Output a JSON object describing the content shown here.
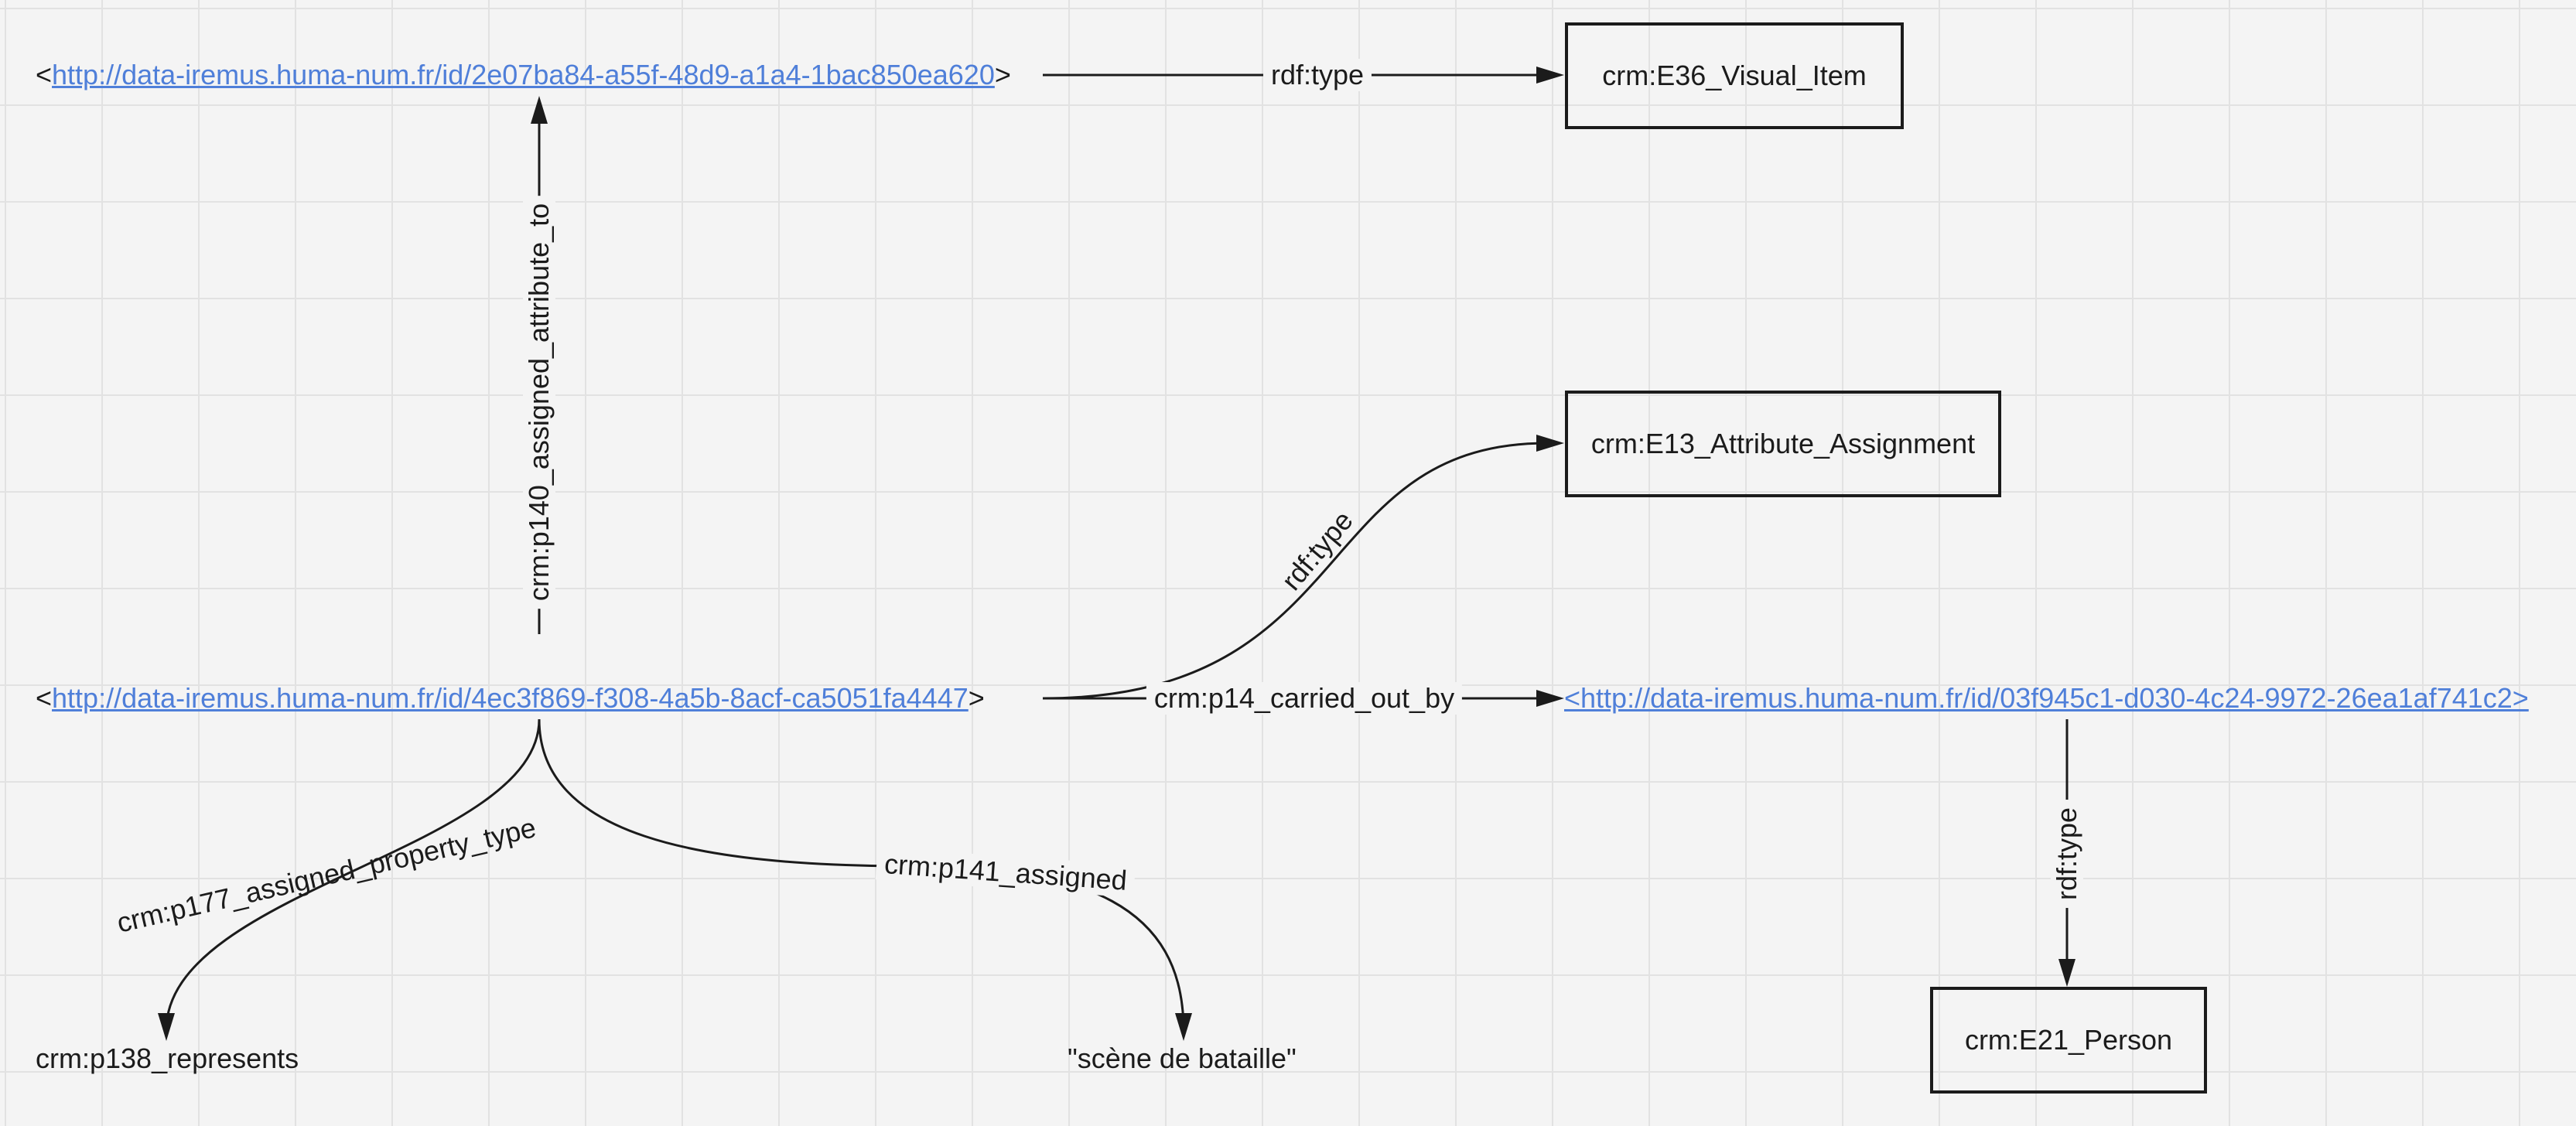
{
  "nodes": {
    "visual_item_uri": "http://data-iremus.huma-num.fr/id/2e07ba84-a55f-48d9-a1a4-1bac850ea620",
    "assignment_uri": "http://data-iremus.huma-num.fr/id/4ec3f869-f308-4a5b-8acf-ca5051fa4447",
    "person_uri": "<http://data-iremus.huma-num.fr/id/03f945c1-d030-4c24-9972-26ea1af741c2>",
    "visual_item_class": "crm:E36_Visual_Item",
    "assignment_class": "crm:E13_Attribute_Assignment",
    "person_class": "crm:E21_Person",
    "property_value": "crm:p138_represents",
    "literal_value": "\"scène de bataille\""
  },
  "edges": {
    "visual_item_type": "rdf:type",
    "assigned_attribute_to": "crm:p140_assigned_attribute_to",
    "assignment_type": "rdf:type",
    "carried_out_by": "crm:p14_carried_out_by",
    "person_type": "rdf:type",
    "assigned_property_type": "crm:p177_assigned_property_type",
    "assigned": "crm:p141_assigned"
  },
  "colors": {
    "link": "#4f7fd9",
    "ink": "#1b1b1b",
    "grid": "#e2e2e2",
    "background": "#f4f4f4"
  }
}
